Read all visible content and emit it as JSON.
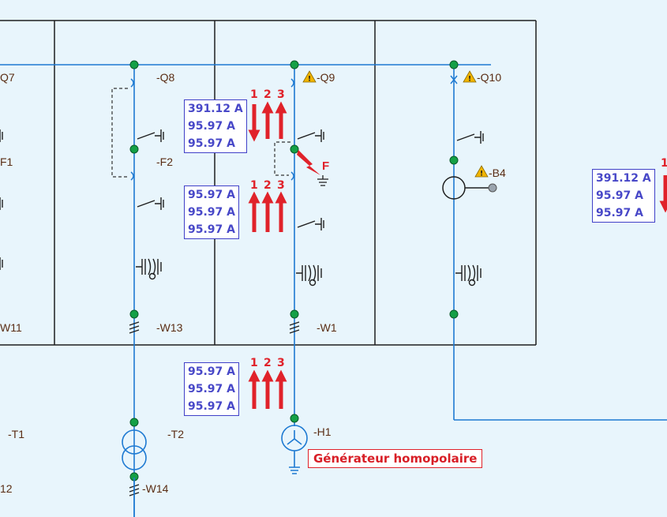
{
  "labels": {
    "q7": "Q7",
    "q8": "-Q8",
    "q9": "-Q9",
    "q10": "-Q10",
    "f1": "F1",
    "f2": "-F2",
    "b4": "-B4",
    "fault": "F",
    "w11": "W11",
    "w13": "-W13",
    "w1": "-W1",
    "t1": "-T1",
    "t2": "-T2",
    "h1": "-H1",
    "w14": "-W14",
    "n12": "12"
  },
  "current_boxes": [
    {
      "values": [
        "391.12 A",
        "95.97 A",
        "95.97 A"
      ]
    },
    {
      "values": [
        "95.97 A",
        "95.97 A",
        "95.97 A"
      ]
    },
    {
      "values": [
        "95.97 A",
        "95.97 A",
        "95.97 A"
      ]
    },
    {
      "values": [
        "391.12 A",
        "95.97 A",
        "95.97 A"
      ]
    }
  ],
  "phase_labels": [
    "1",
    "2",
    "3"
  ],
  "phase_label_partial": "1",
  "note": "Générateur homopolaire",
  "colors": {
    "line": "#1e7ad2",
    "dark": "#1e1e1e",
    "node": "#14a046",
    "arrow": "#e0222a",
    "label": "#5a2d14",
    "value": "#4848c8",
    "background": "#e8f5fc"
  },
  "icons": [
    "warning-icon",
    "fault-lightning-icon",
    "transformer-icon",
    "generator-icon",
    "earthing-switch-icon",
    "current-sensor-icon"
  ]
}
